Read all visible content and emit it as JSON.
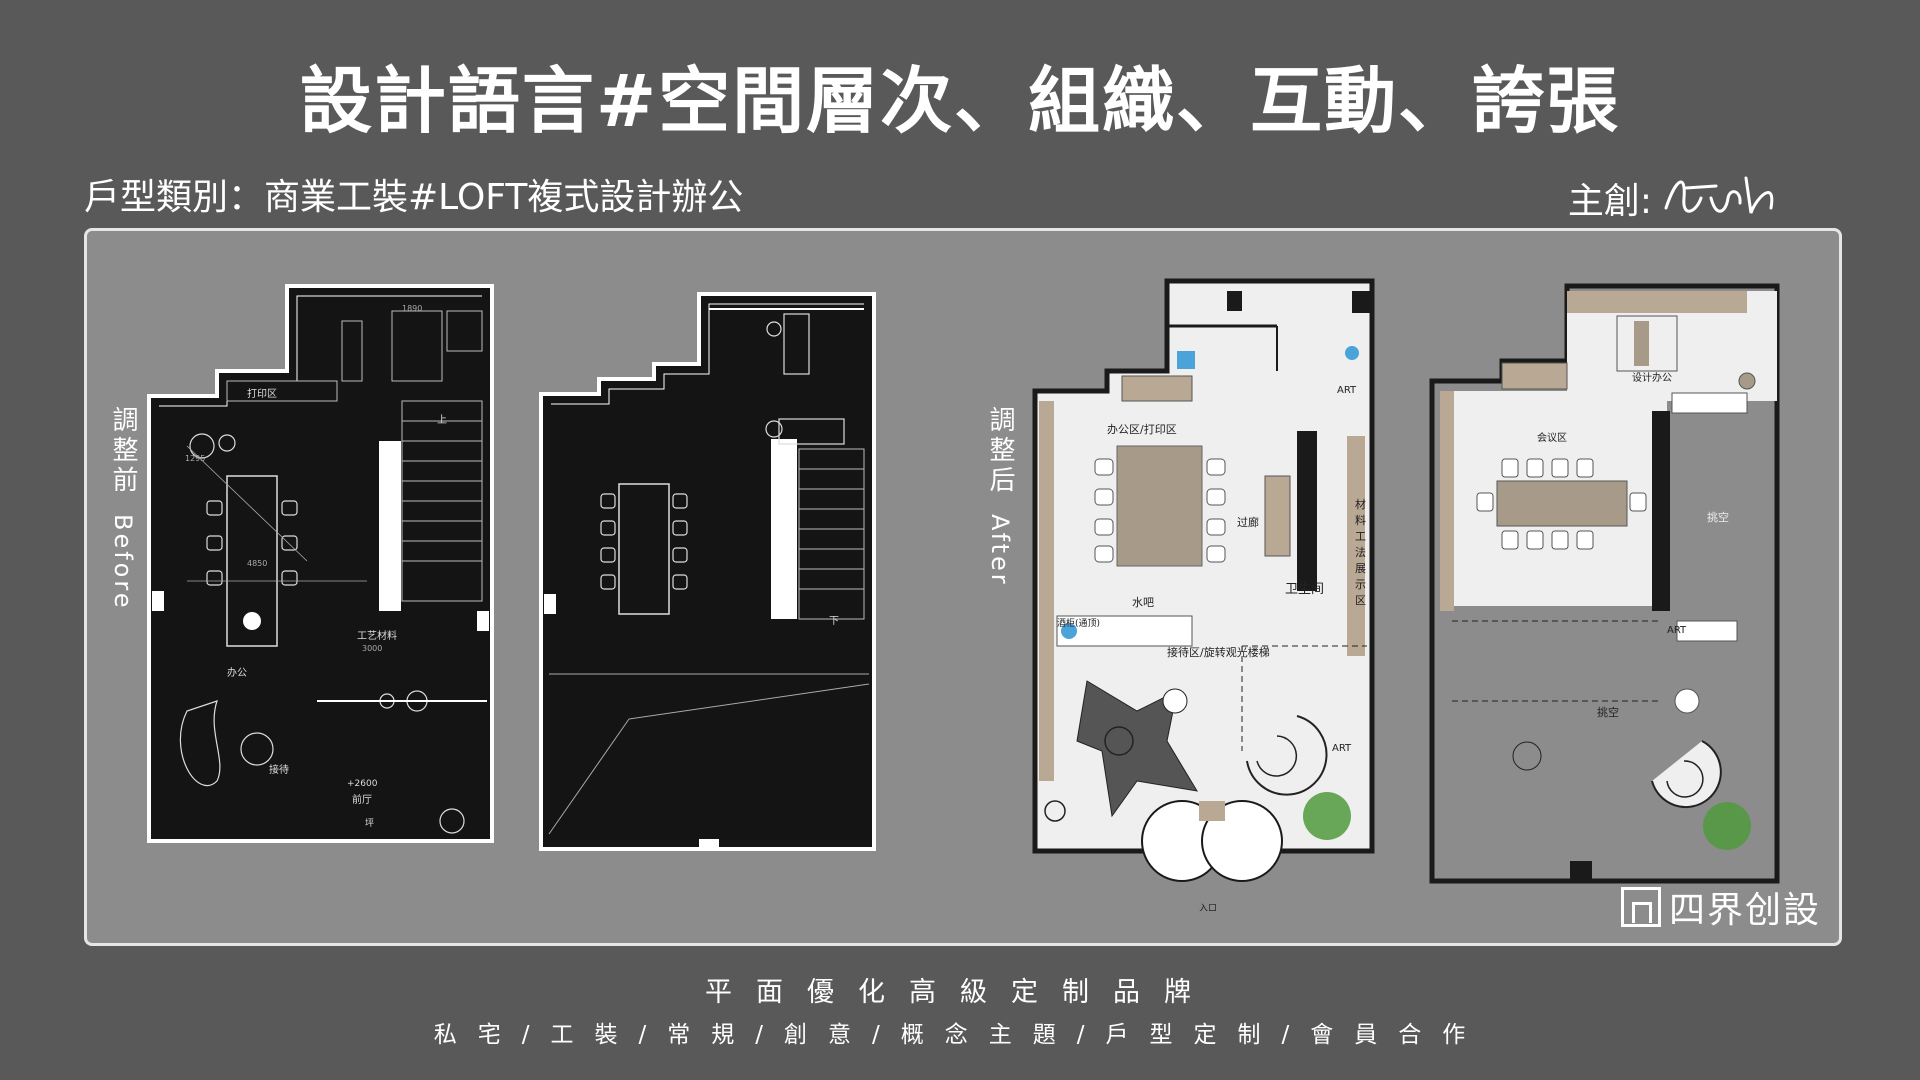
{
  "headline": "設計語言#空間層次、組織、互動、誇張",
  "subtitle": "戶型類別：商業工裝#LOFT複式設計辦公",
  "author": {
    "label": "主創:"
  },
  "labels": {
    "before_cn": "調整前",
    "before_en": "Before",
    "after_cn": "調整后",
    "after_en": "After"
  },
  "plan1": {
    "print": "打印区",
    "office": "办公",
    "reception": "接待",
    "craft": "工艺材料",
    "lobby": "前厅",
    "elev": "+2600",
    "d1": "1295",
    "d2": "4850",
    "d3": "3000",
    "d4": "1890",
    "up": "上",
    "toilet": "坪"
  },
  "plan2": {
    "down": "下"
  },
  "plan3": {
    "wc": "卫生间",
    "art1": "ART",
    "office_print": "办公区/打印区",
    "corridor": "过廊",
    "material": "材料工法展示区",
    "water": "水吧",
    "wine": "酒柜(通顶)",
    "reception": "接待区/旋转观光楼梯",
    "art2": "ART",
    "entry": "入口"
  },
  "plan4": {
    "design": "设计办公",
    "meeting": "会议区",
    "void1": "挑空",
    "art": "ART",
    "void2": "挑空"
  },
  "brand": "四界创設",
  "footer": {
    "line1": "平面優化高級定制品牌",
    "line2": "私宅/工裝/常規/創意/概念主題/戶型定制/會員合作"
  }
}
